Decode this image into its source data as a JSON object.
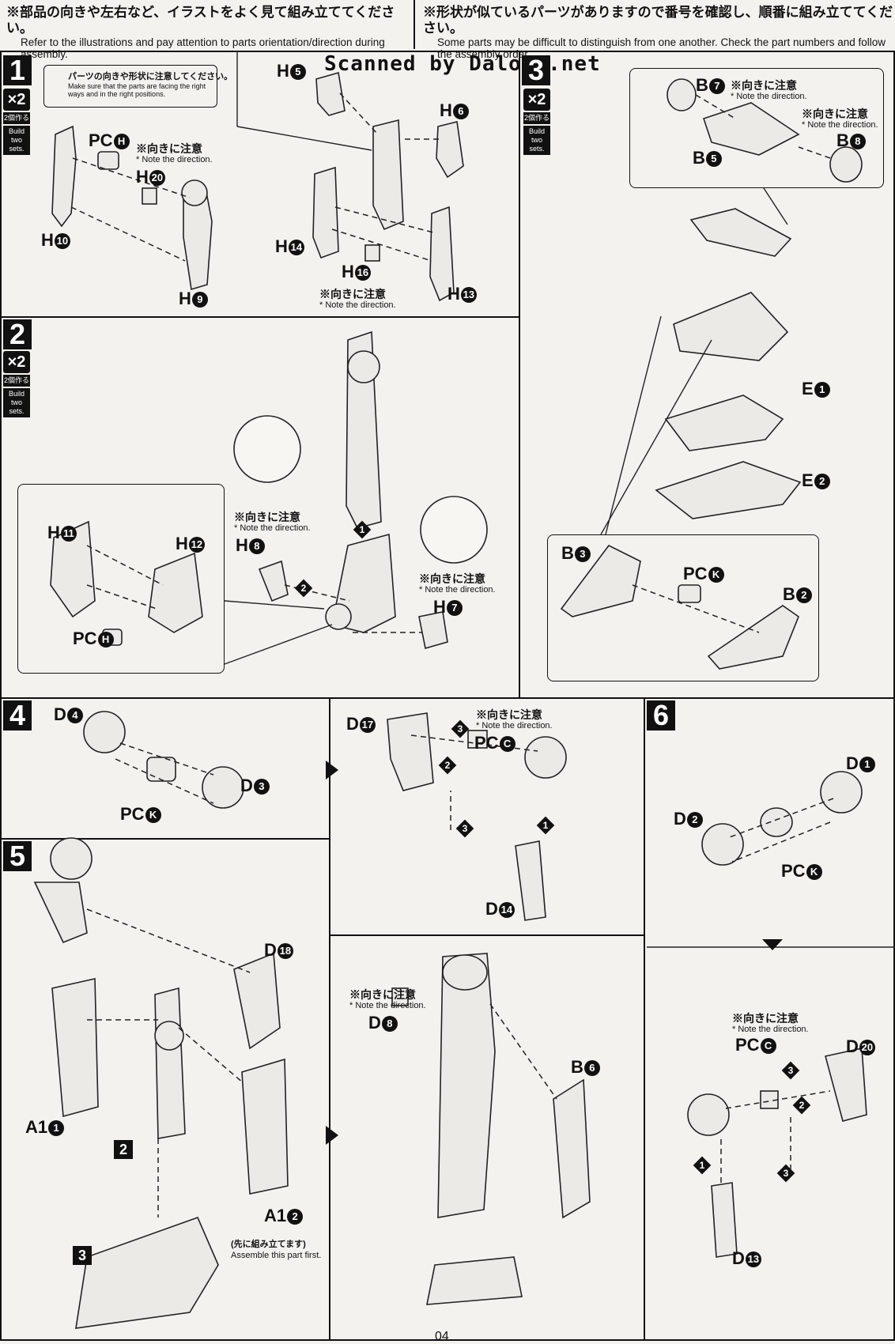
{
  "header": {
    "left_jp": "※部品の向きや左右など、イラストをよく見て組み立ててください。",
    "left_en": "Refer to the illustrations and pay attention to parts orientation/direction during assembly.",
    "right_jp": "※形状が似ているパーツがありますので番号を確認し、順番に組み立ててください。",
    "right_en": "Some parts may be difficult to distinguish from one another. Check the part numbers and follow the assembly order."
  },
  "watermark": "Scanned by Dalong.net",
  "build_badge": {
    "times": "×2",
    "jp": "2個作る",
    "en": "Build two sets."
  },
  "note_direction": {
    "jp": "※向きに注意",
    "en": "* Note the direction."
  },
  "note_shape": {
    "jp": "パーツの向きや形状に注意してください。",
    "en": "Make sure that the parts are facing the right ways and in the right positions."
  },
  "assemble_first": {
    "jp": "(先に組み立てます)",
    "en": "Assemble this part first."
  },
  "steps": {
    "s1": {
      "num": "1",
      "parts": [
        "PC",
        "H",
        "H",
        "H",
        "H5",
        "H6",
        "H14",
        "H16",
        "H13"
      ]
    },
    "s2": {
      "num": "2"
    },
    "s3": {
      "num": "3"
    },
    "s4": {
      "num": "4"
    },
    "s5": {
      "num": "5"
    },
    "s6": {
      "num": "6"
    }
  },
  "labels": {
    "pcH": "PC",
    "pcH_c": "H",
    "h20": "H",
    "h20_c": "20",
    "h10": "H",
    "h10_c": "10",
    "h9": "H",
    "h9_c": "9",
    "h5": "H",
    "h5_c": "5",
    "h6": "H",
    "h6_c": "6",
    "h14": "H",
    "h14_c": "14",
    "h16": "H",
    "h16_c": "16",
    "h13": "H",
    "h13_c": "13",
    "h11": "H",
    "h11_c": "11",
    "h12": "H",
    "h12_c": "12",
    "h8": "H",
    "h8_c": "8",
    "h7": "H",
    "h7_c": "7",
    "b7": "B",
    "b7_c": "7",
    "b8": "B",
    "b8_c": "8",
    "b5": "B",
    "b5_c": "5",
    "e1": "E",
    "e1_c": "1",
    "e2": "E",
    "e2_c": "2",
    "b3": "B",
    "b3_c": "3",
    "b2": "B",
    "b2_c": "2",
    "pcK": "PC",
    "pcK_c": "K",
    "d4": "D",
    "d4_c": "4",
    "d3": "D",
    "d3_c": "3",
    "d17": "D",
    "d17_c": "17",
    "pcC": "PC",
    "pcC_c": "C",
    "d14": "D",
    "d14_c": "14",
    "d1": "D",
    "d1_c": "1",
    "d2": "D",
    "d2_c": "2",
    "d18": "D",
    "d18_c": "18",
    "d8": "D",
    "d8_c": "8",
    "b6": "B",
    "b6_c": "6",
    "a11": "A1",
    "a11_c": "1",
    "a12": "A1",
    "a12_c": "2",
    "d20": "D",
    "d20_c": "20",
    "d13": "D",
    "d13_c": "13"
  },
  "order": {
    "one": "1",
    "two": "2",
    "three": "3"
  },
  "page_number": "04"
}
